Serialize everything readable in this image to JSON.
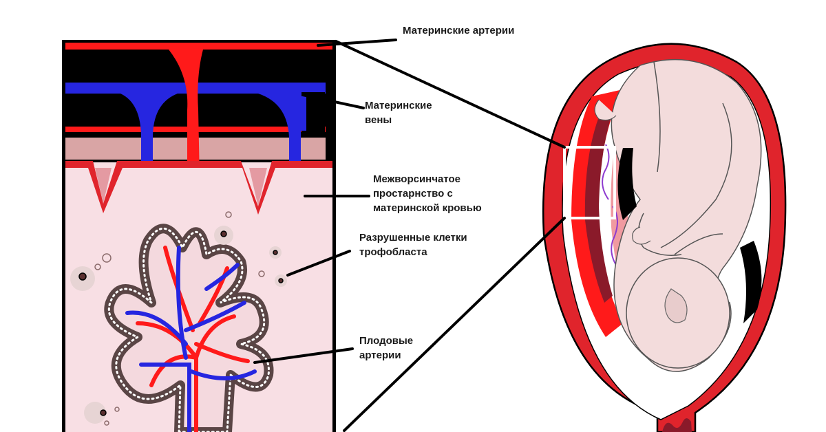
{
  "labels": {
    "maternal_arteries": [
      "Материнские артерии"
    ],
    "maternal_veins": [
      "Материнские",
      "вены"
    ],
    "intervillous_space": [
      "Межворсинчатое",
      "простарнство с",
      "материнской кровью"
    ],
    "trophoblast_cells": [
      "Разрушенные клетки",
      "трофобласта"
    ],
    "fetal_arteries": [
      "Плодовые",
      "артерии"
    ]
  },
  "colors": {
    "maternal_artery": "#ff1a1a",
    "maternal_vein": "#2626e0",
    "intervillous_blood": "#f8dfe4",
    "decidua": "#d9a5a5",
    "uterine_wall": "#e0242c",
    "fetus_skin": "#f3dcdc",
    "villus_border": "#5a4545",
    "outline": "#000000"
  }
}
